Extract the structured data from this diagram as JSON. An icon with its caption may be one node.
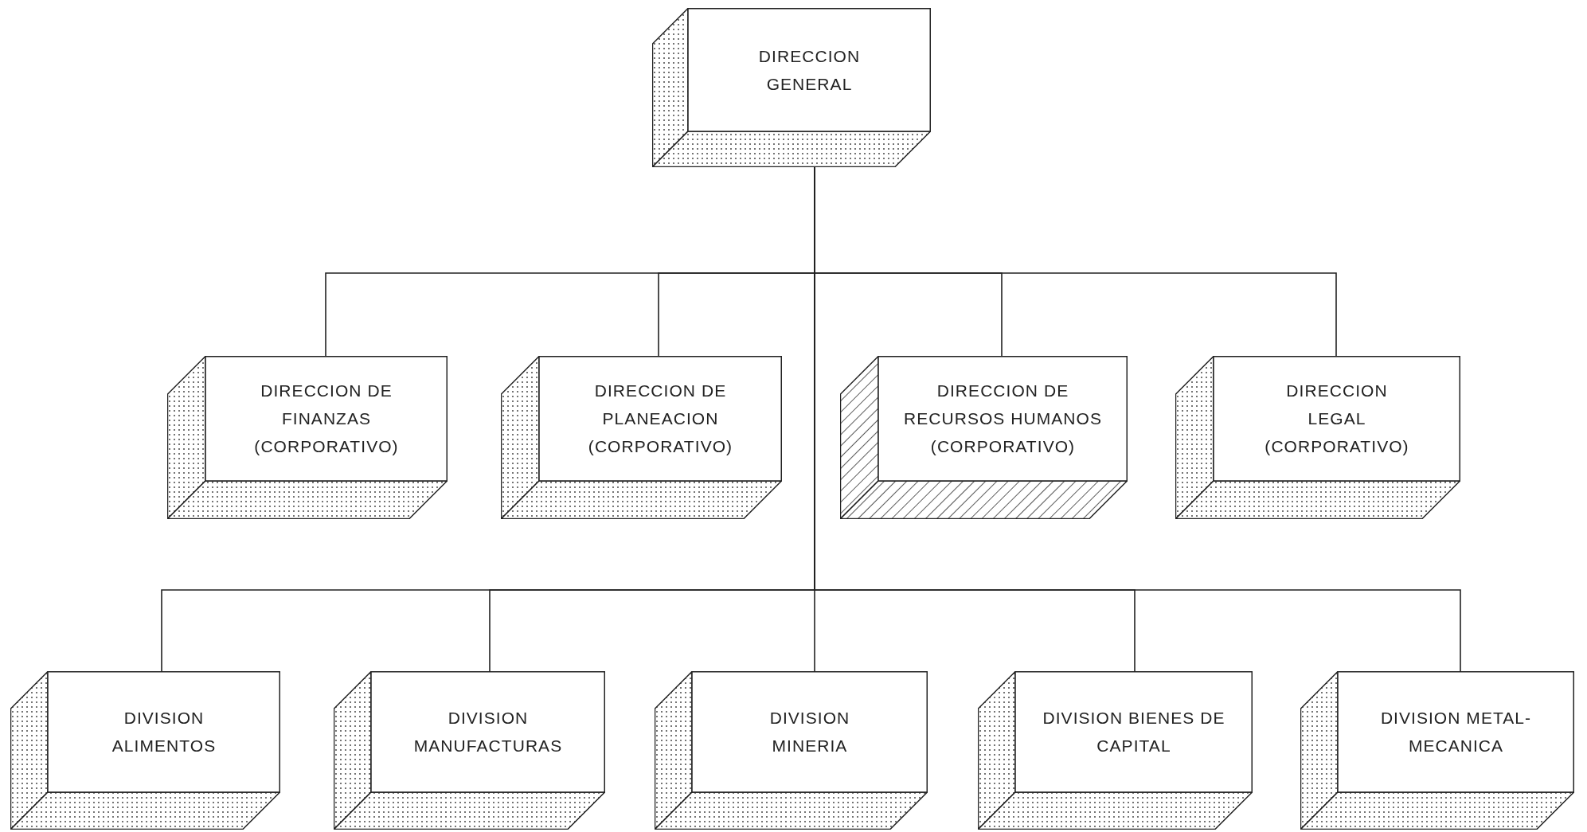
{
  "diagram": {
    "nodes": [
      {
        "text": [
          "DIRECCION GENERAL"
        ]
      },
      {
        "text": [
          "DIRECCION DE FINANZAS (CORPORATIVO)"
        ]
      },
      {
        "text": [
          "DIRECCION DE PLANEACION (CORPORATIVO)"
        ]
      },
      {
        "text": [
          "DIRECCION DE RECURSOS HUMANOS (CORPORATIVO)"
        ]
      },
      {
        "text": [
          "DIRECCION LEGAL (CORPORATIVO)"
        ]
      },
      {
        "text": [
          "DIVISION ALIMENTOS"
        ]
      },
      {
        "text": [
          "DIVISION MANUFACTURAS"
        ]
      },
      {
        "text": [
          "DIVISION MINERIA"
        ]
      },
      {
        "text": [
          "DIVISION BIENES DE CAPITAL"
        ]
      },
      {
        "text": [
          "DIVISION METAL-MECANICA"
        ]
      }
    ],
    "edges": [
      {
        "from": 0,
        "to": 1,
        "arrow": "none"
      },
      {
        "from": 0,
        "to": 2,
        "arrow": "none"
      },
      {
        "from": 0,
        "to": 3,
        "arrow": "none"
      },
      {
        "from": 0,
        "to": 4,
        "arrow": "none"
      },
      {
        "from": 0,
        "to": 5,
        "arrow": "none"
      },
      {
        "from": 0,
        "to": 6,
        "arrow": "none"
      },
      {
        "from": 0,
        "to": 7,
        "arrow": "none"
      },
      {
        "from": 0,
        "to": 8,
        "arrow": "none"
      },
      {
        "from": 0,
        "to": 9,
        "arrow": "none"
      }
    ]
  }
}
